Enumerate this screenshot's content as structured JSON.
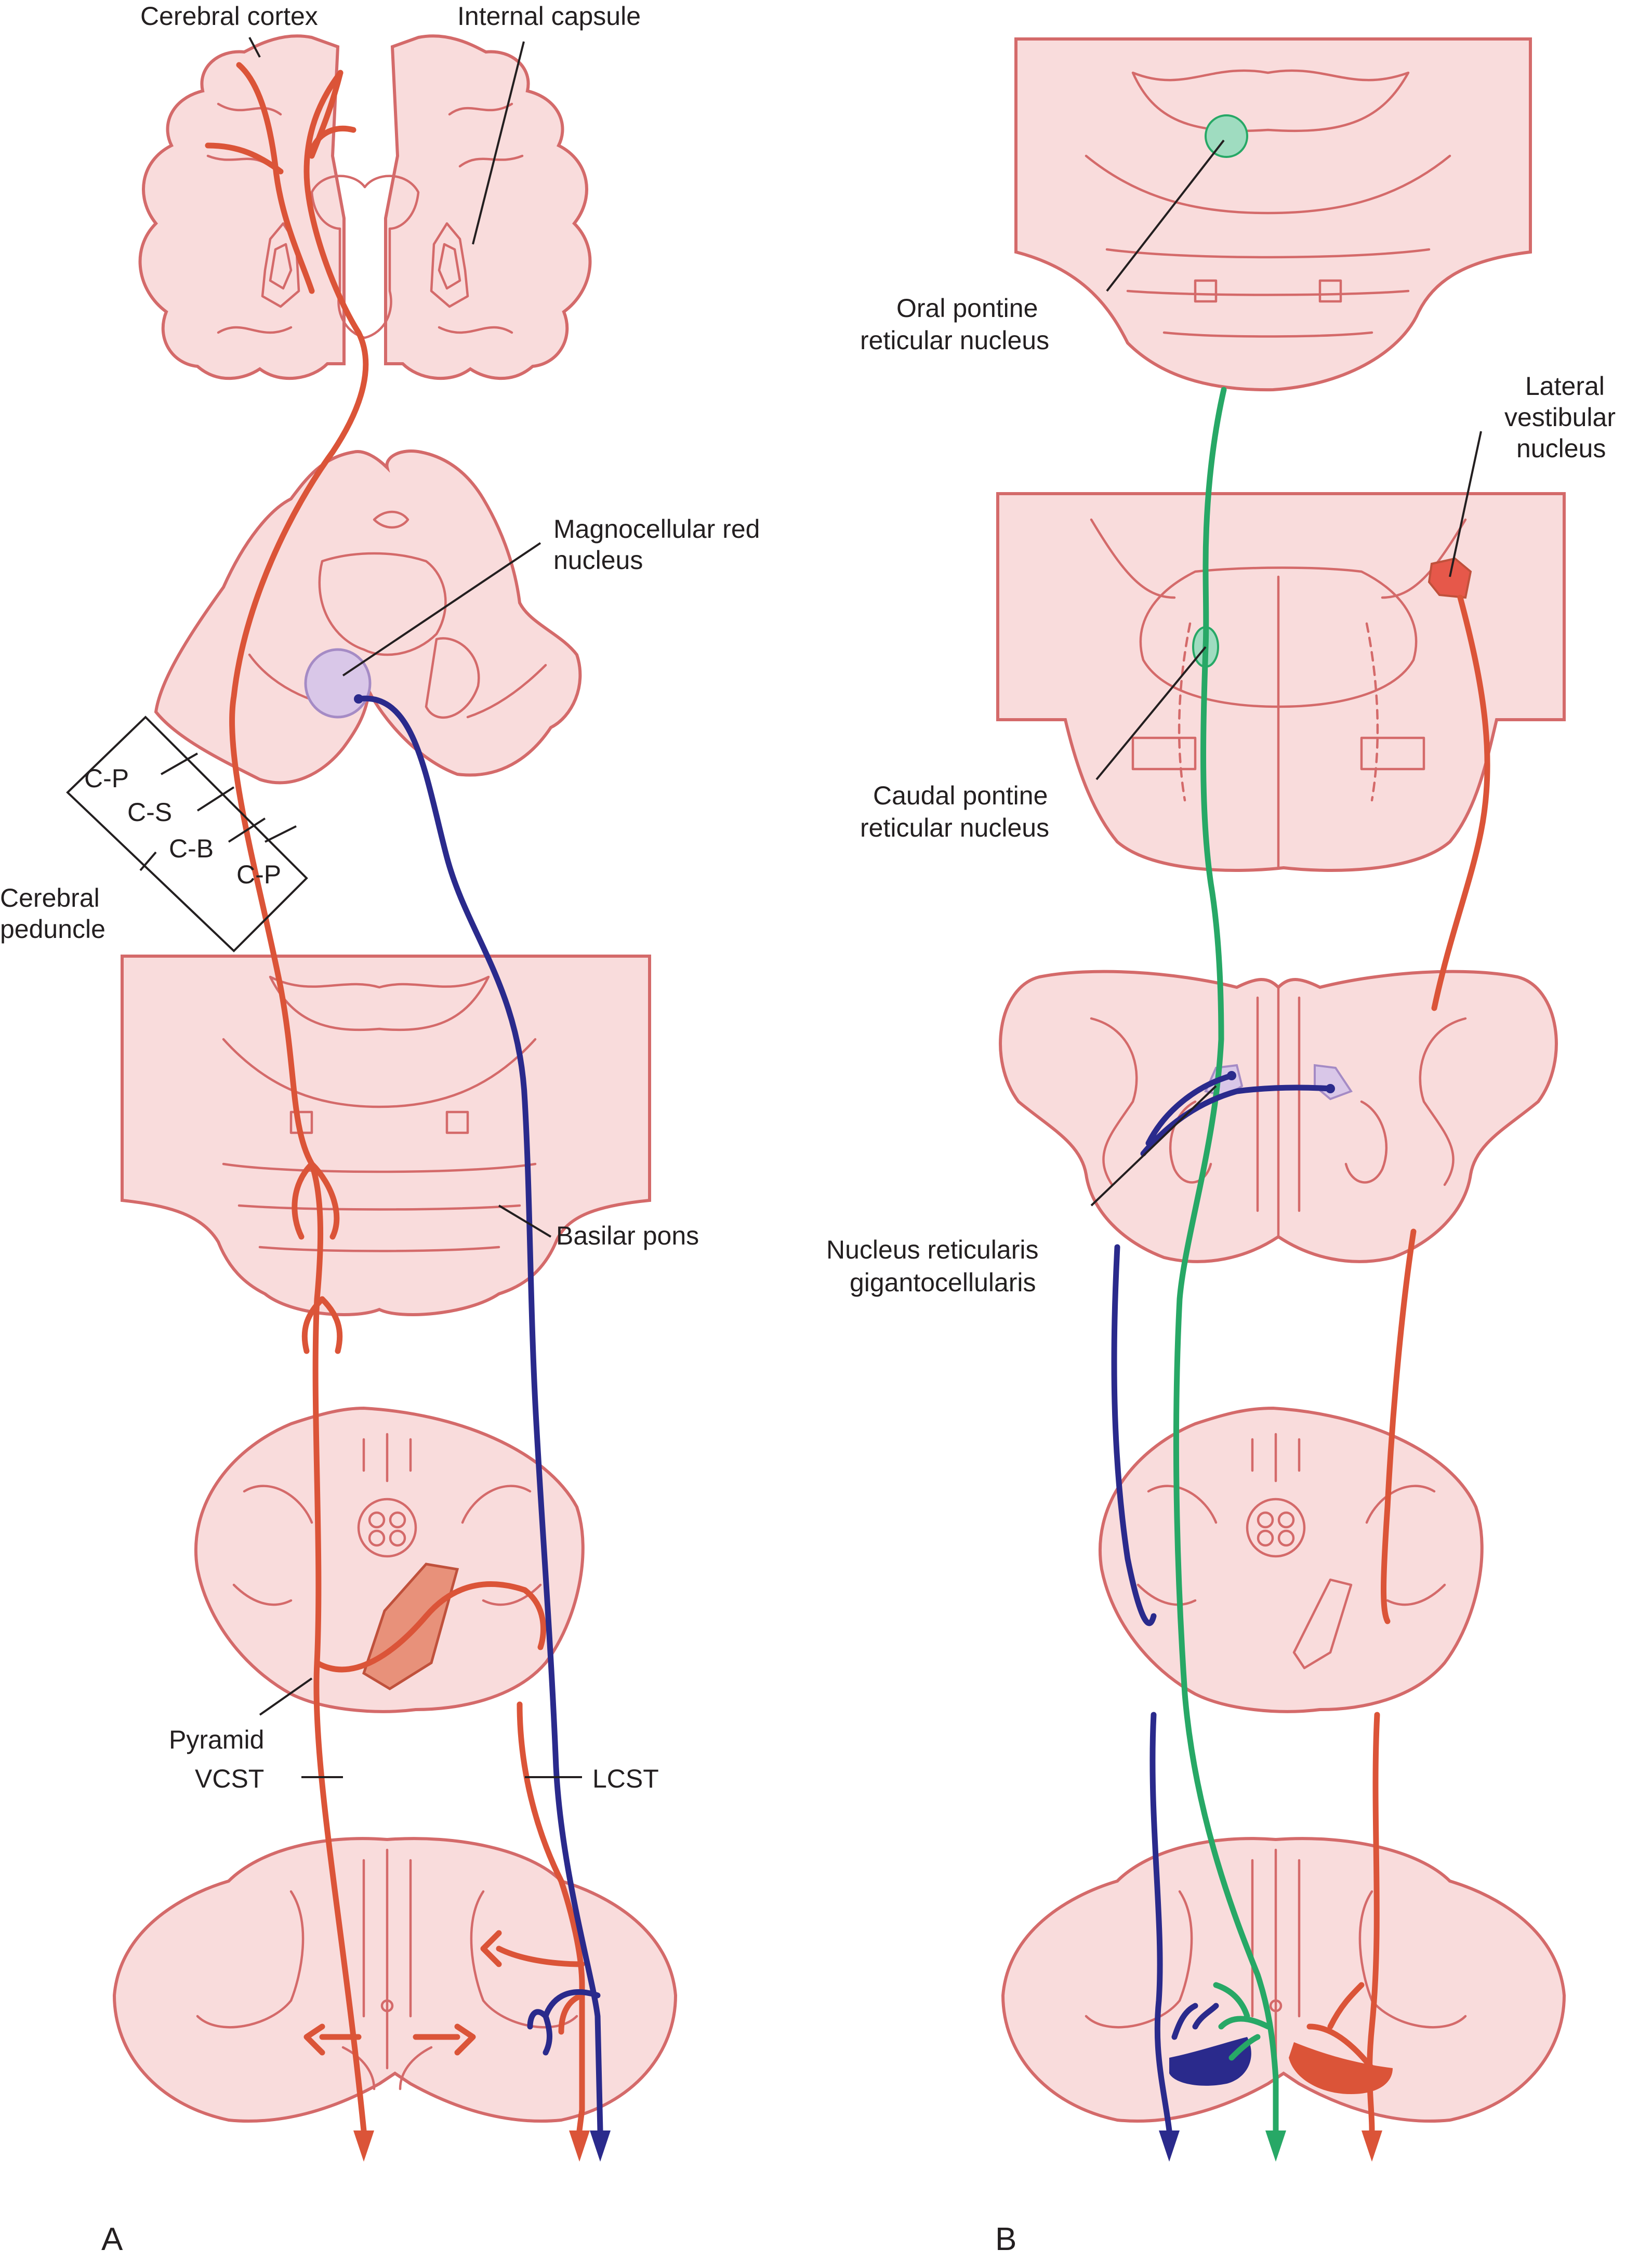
{
  "colors": {
    "tissue_fill": "#f9dcdc",
    "tissue_outline": "#d46a6a",
    "corticospinal": "#db5438",
    "rubrospinal": "#2a2a8c",
    "reticulospinal_pontine": "#27a866",
    "green_nucleus_fill": "#9fdcc0",
    "red_nucleus_fill": "#d9c7e8",
    "vestibular_fill": "#e6584a",
    "labels": "#231f20"
  },
  "panel_a": {
    "letter": "A",
    "labels": {
      "cerebral_cortex": "Cerebral cortex",
      "internal_capsule": "Internal capsule",
      "magnocellular_red_nucleus_1": "Magnocellular red",
      "magnocellular_red_nucleus_2": "nucleus",
      "cp_upper": "C-P",
      "cs": "C-S",
      "cb": "C-B",
      "cp_lower": "C-P",
      "cerebral_peduncle_1": "Cerebral",
      "cerebral_peduncle_2": "peduncle",
      "basilar_pons": "Basilar pons",
      "pyramid": "Pyramid",
      "vcst": "VCST",
      "lcst": "LCST"
    }
  },
  "panel_b": {
    "letter": "B",
    "labels": {
      "oral_pontine_1": "Oral pontine",
      "oral_pontine_2": "reticular nucleus",
      "lateral_vestibular_1": "Lateral",
      "lateral_vestibular_2": "vestibular",
      "lateral_vestibular_3": "nucleus",
      "caudal_pontine_1": "Caudal pontine",
      "caudal_pontine_2": "reticular nucleus",
      "nrg_1": "Nucleus reticularis",
      "nrg_2": "gigantocellularis"
    }
  }
}
